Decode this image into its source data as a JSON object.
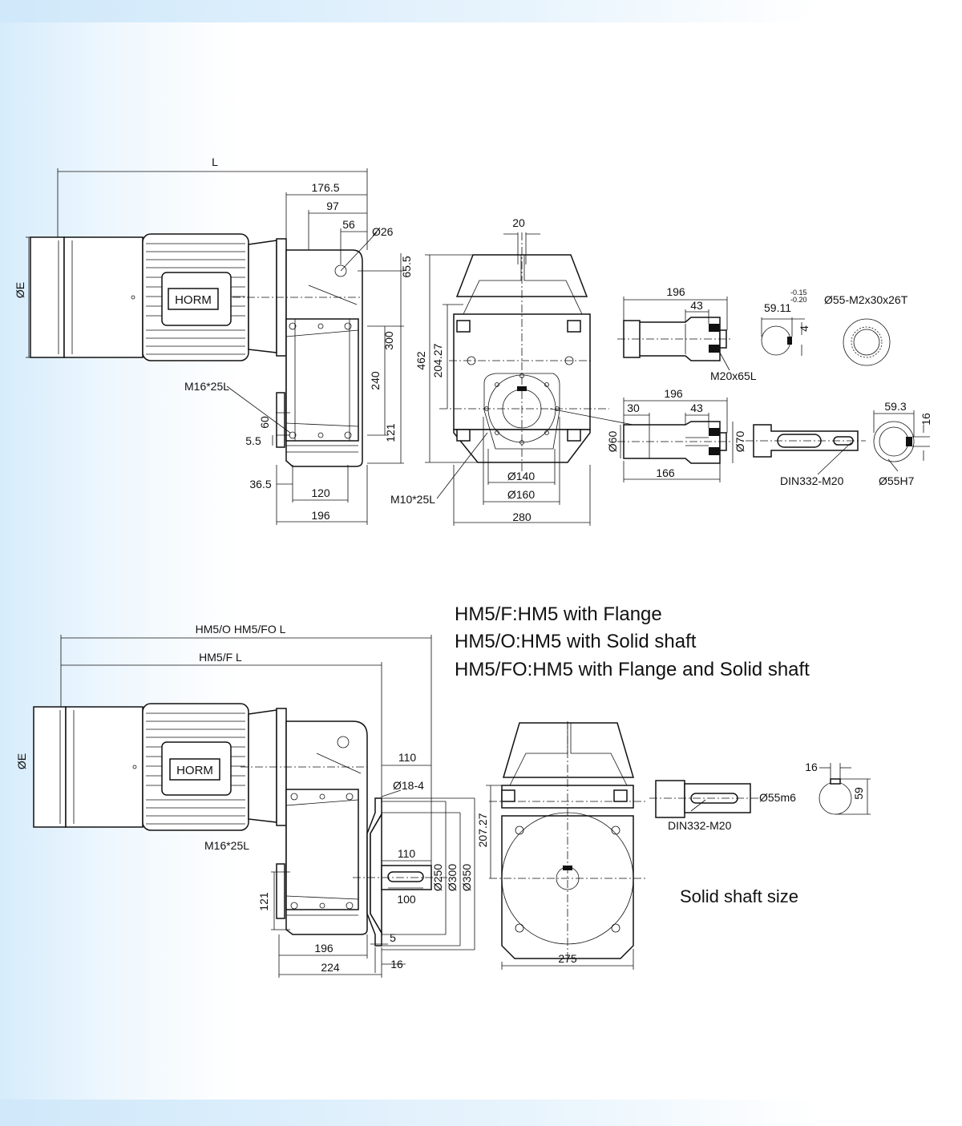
{
  "top": {
    "dim_L": "L",
    "dim_176_5": "176.5",
    "dim_97": "97",
    "dim_56": "56",
    "dim_d26": "Ø26",
    "dim_65_5": "65.5",
    "dim_300": "300",
    "dim_240": "240",
    "dim_121": "121",
    "dim_60": "60",
    "dim_5_5": "5.5",
    "dim_36_5": "36.5",
    "dim_120": "120",
    "dim_196": "196",
    "label_m16": "M16*25L",
    "label_oe": "ØE",
    "brand": "HORM",
    "dim_20": "20",
    "dim_462": "462",
    "dim_204_27": "204.27",
    "dim_d140": "Ø140",
    "dim_d160": "Ø160",
    "dim_280": "280",
    "label_m10": "M10*25L",
    "dim_hs_196": "196",
    "dim_hs_43": "43",
    "label_m20x65": "M20x65L",
    "dim_59_11": "59.11",
    "tol_up": "-0.15",
    "tol_dn": "-0.20",
    "dim_4": "4",
    "spline": "Ø55-M2x30x26T",
    "dim_hs2_196": "196",
    "dim_30": "30",
    "dim_hs2_43": "43",
    "dim_d60": "Ø60",
    "dim_d70": "Ø70",
    "dim_166": "166",
    "label_din_top": "DIN332-M20",
    "dim_59_3": "59.3",
    "dim_16_top": "16",
    "dim_d55h7": "Ø55H7"
  },
  "legend": {
    "line1": "HM5/F:HM5 with Flange",
    "line2": "HM5/O:HM5 with Solid shaft",
    "line3": "HM5/FO:HM5 with Flange and Solid shaft"
  },
  "bottom": {
    "dim_hm5o": "HM5/O HM5/FO  L",
    "dim_hm5f": "HM5/F  L",
    "label_oe": "ØE",
    "brand": "HORM",
    "label_m16": "M16*25L",
    "dim_110a": "110",
    "dim_d18": "Ø18-4",
    "dim_110b": "110",
    "dim_100": "100",
    "dim_d250": "Ø250",
    "dim_d300": "Ø300",
    "dim_d350": "Ø350",
    "dim_121": "121",
    "dim_196": "196",
    "dim_224": "224",
    "dim_5": "5",
    "dim_16": "16",
    "dim_207_27": "207.27",
    "dim_275": "275",
    "label_din": "DIN332-M20",
    "dim_d55m6": "Ø55m6",
    "dim_16_key": "16",
    "dim_59": "59",
    "label_solid": "Solid shaft size"
  }
}
